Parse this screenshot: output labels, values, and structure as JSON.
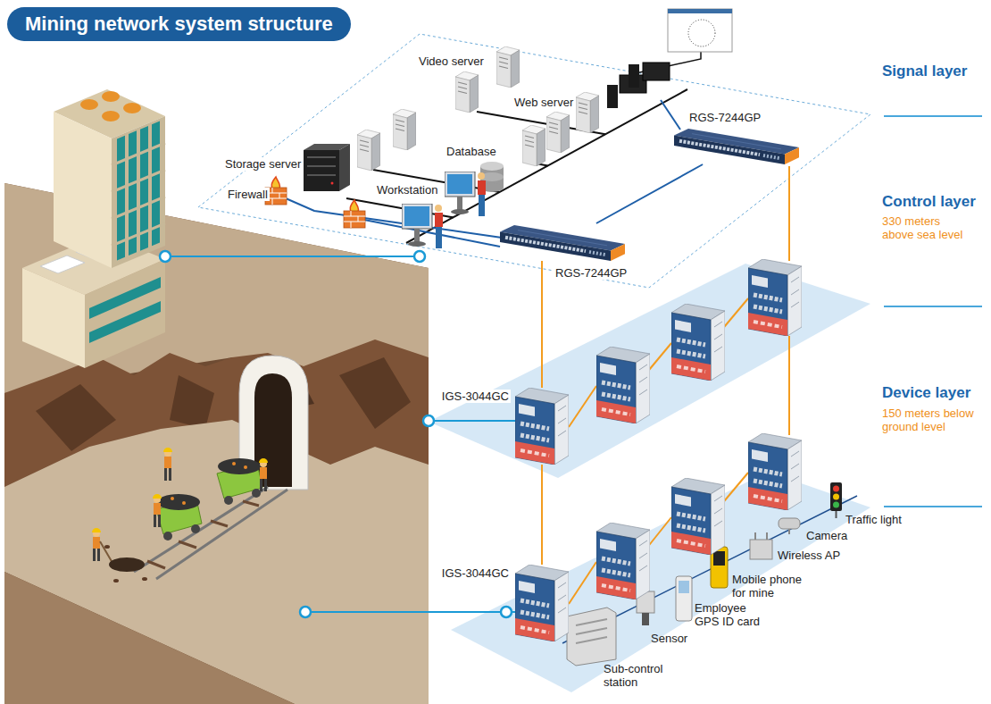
{
  "diagram": {
    "title": "Mining network system structure",
    "nodes": [
      {
        "text": [
          "RGS-7244GP"
        ]
      },
      {
        "text": [
          "RGS-7244GP"
        ]
      },
      {
        "text": [
          "IGS-3044GC"
        ]
      },
      {
        "text": [
          "IGS-3044GC"
        ]
      }
    ],
    "edges": [
      {
        "from": 0,
        "to": 1,
        "arrow": "none"
      },
      {
        "from": 1,
        "to": 2,
        "arrow": "none"
      },
      {
        "from": 2,
        "to": 3,
        "arrow": "none"
      }
    ],
    "labels": [
      "Video server",
      "Web server",
      "Storage server",
      "Database",
      "Firewall",
      "Workstation",
      "Signal layer",
      "Control layer",
      "330 meters above sea level",
      "Device layer",
      "150 meters below ground level",
      "Traffic light",
      "Camera",
      "Wireless AP",
      "Mobile phone for mine",
      "Employee GPS ID card",
      "Sensor",
      "Sub-control station"
    ]
  }
}
